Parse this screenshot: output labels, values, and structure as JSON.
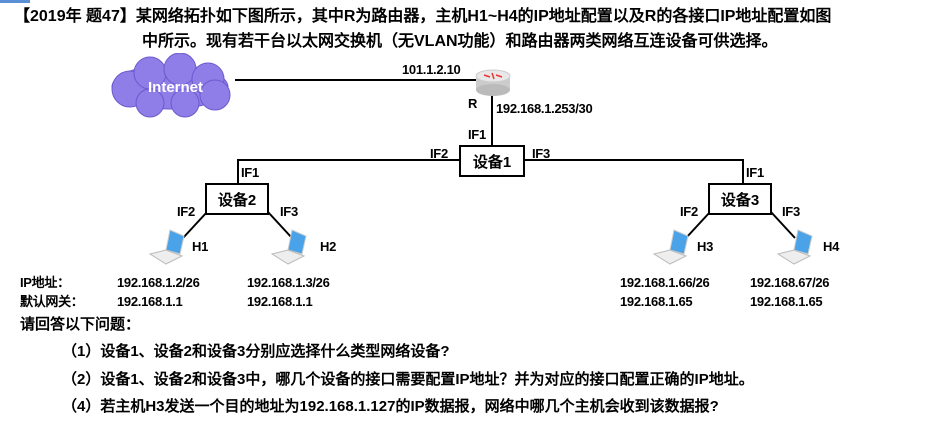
{
  "title_line1": "【2019年 题47】某网络拓扑如下图所示，其中R为路由器，主机H1~H4的IP地址配置以及R的各接口IP地址配置如图",
  "title_line2": "中所示。现有若干台以太网交换机（无VLAN功能）和路由器两类网络互连设备可供选择。",
  "diagram": {
    "internet": "Internet",
    "router_label": "R",
    "router_wan_ip": "101.1.2.10",
    "router_lan_ip": "192.168.1.253/30",
    "device1": "设备1",
    "device2": "设备2",
    "device3": "设备3",
    "if1": "IF1",
    "if2": "IF2",
    "if3": "IF3",
    "hosts": [
      {
        "name": "H1",
        "ip": "192.168.1.2/26",
        "gateway": "192.168.1.1"
      },
      {
        "name": "H2",
        "ip": "192.168.1.3/26",
        "gateway": "192.168.1.1"
      },
      {
        "name": "H3",
        "ip": "192.168.1.66/26",
        "gateway": "192.168.1.65"
      },
      {
        "name": "H4",
        "ip": "192.168.67/26",
        "gateway": "192.168.1.65"
      }
    ],
    "ip_label": "IP地址：",
    "gateway_label": "默认网关："
  },
  "prompt": "请回答以下问题：",
  "questions": [
    "（1）设备1、设备2和设备3分别应选择什么类型网络设备?",
    "（2）设备1、设备2和设备3中，哪几个设备的接口需要配置IP地址？并为对应的接口配置正确的IP地址。",
    "（4）若主机H3发送一个目的地址为192.168.1.127的IP数据报，网络中哪几个主机会收到该数据报?"
  ],
  "colors": {
    "cloud": "#8f7de8",
    "laptop_screen": "#4aa3e8"
  }
}
